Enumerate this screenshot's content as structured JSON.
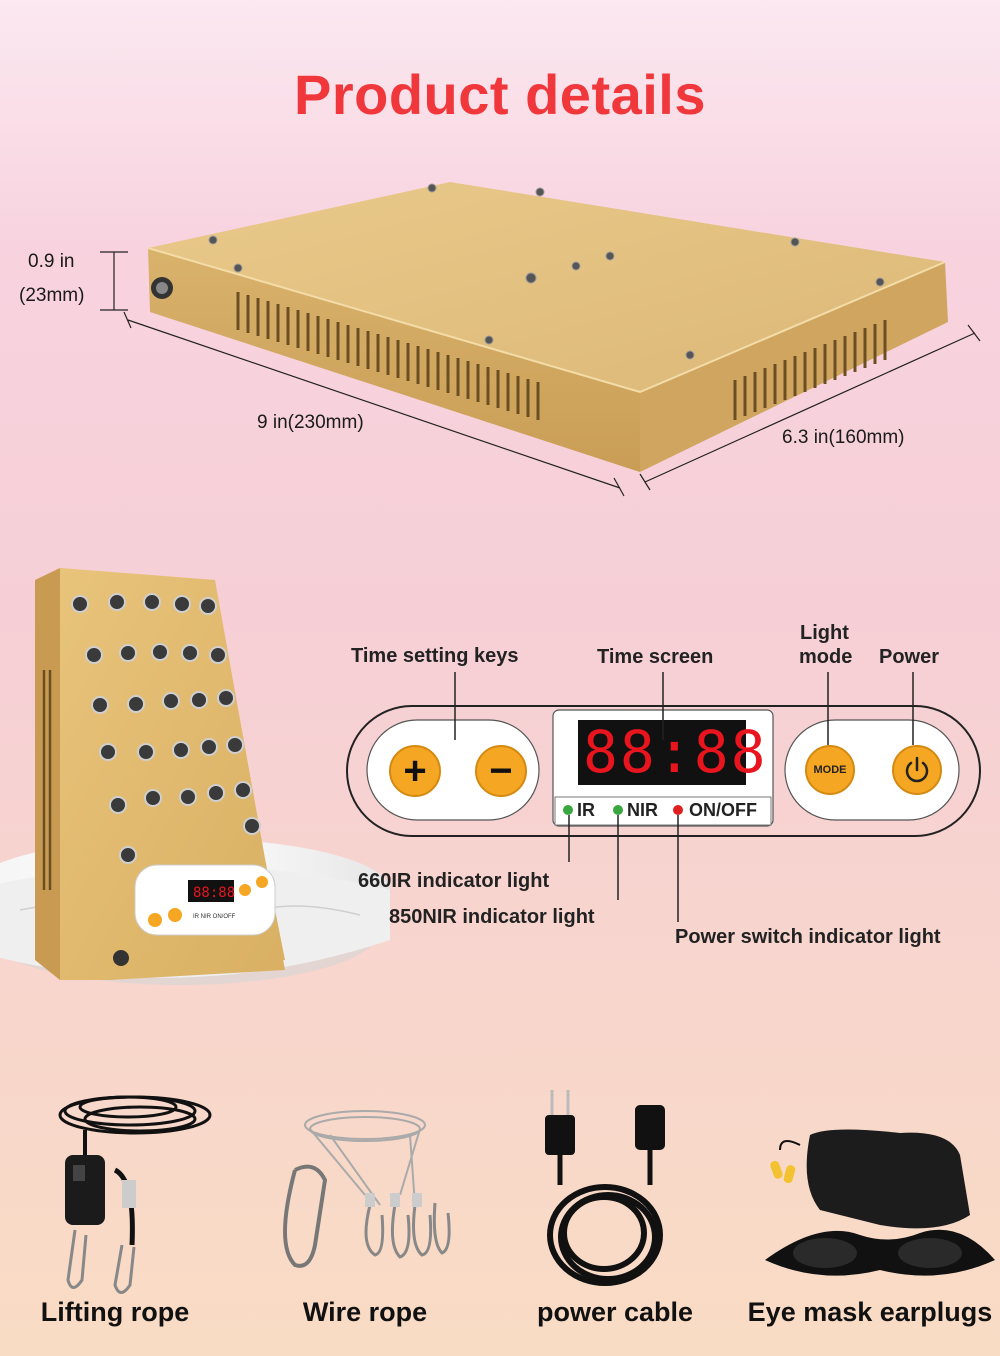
{
  "title": "Product details",
  "dimensions": {
    "height_in": "0.9 in",
    "height_mm": "(23mm)",
    "length": "9 in(230mm)",
    "width": "6.3 in(160mm)"
  },
  "panel": {
    "time_setting_keys": "Time setting keys",
    "time_screen": "Time screen",
    "light_mode_line1": "Light",
    "light_mode_line2": "mode",
    "power": "Power",
    "plus": "+",
    "minus": "−",
    "display": "88:88",
    "mode_button": "MODE",
    "ind_ir": "IR",
    "ind_nir": "NIR",
    "ind_onoff": "ON/OFF",
    "ir_light": "660IR indicator light",
    "nir_light": "850NIR indicator light",
    "power_light": "Power switch indicator light",
    "colors": {
      "green": "#3aa640",
      "red": "#e02020",
      "orange": "#f5a623",
      "led": "#e8141e"
    }
  },
  "accessories": [
    {
      "label": "Lifting rope",
      "icon": "lifting-rope-icon"
    },
    {
      "label": "Wire rope",
      "icon": "wire-rope-icon"
    },
    {
      "label": "power cable",
      "icon": "power-cable-icon"
    },
    {
      "label": "Eye mask earplugs",
      "icon": "eye-mask-icon"
    }
  ]
}
